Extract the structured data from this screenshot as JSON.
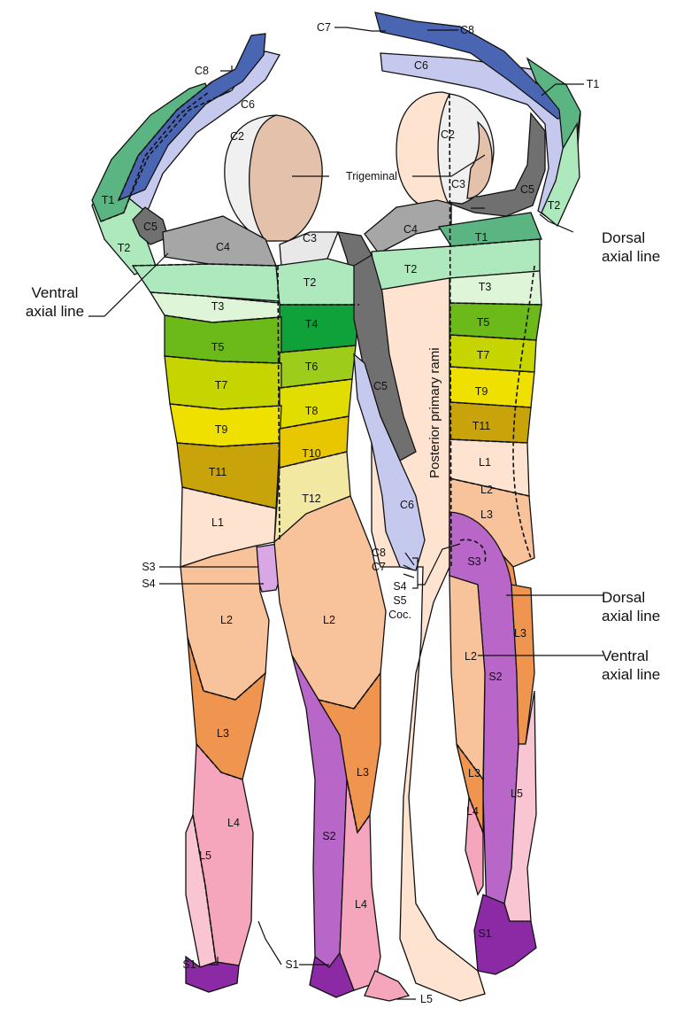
{
  "colors": {
    "C2": "#f0f0f0",
    "C3": "#e8e8e8",
    "C4": "#a6a6a6",
    "C5": "#707070",
    "C6": "#c6c9ee",
    "C7": "#8e99d9",
    "C8": "#4a66b3",
    "T1": "#5bb582",
    "T2": "#aee8bd",
    "T3": "#dff5d7",
    "T4": "#10a23a",
    "T5": "#6bba1a",
    "T6": "#9ecc1a",
    "T7": "#c6d400",
    "T8": "#e2dd00",
    "T9": "#efe000",
    "T10": "#e8c600",
    "T11": "#c9a30a",
    "T12": "#f2e8a2",
    "L1": "#fde3d0",
    "L2": "#f8c29a",
    "L3": "#ef9550",
    "L4": "#f5a6bd",
    "L5": "#fac5d2",
    "S1": "#8c2aa5",
    "S2": "#b866c8",
    "S3": "#d9a6e6",
    "S4": "#c187e0",
    "trigeminal": "#e4c1aa",
    "posterior_rami": "#fde3d0"
  },
  "front_labels": {
    "C2": "C2",
    "C3": "C3",
    "C4": "C4",
    "C5": "C5",
    "C6": "C6",
    "C7": "C7",
    "C8": "C8",
    "T1": "T1",
    "T2_arm": "T2",
    "T2": "T2",
    "T3": "T3",
    "T4": "T4",
    "T5": "T5",
    "T6": "T6",
    "T7": "T7",
    "T8": "T8",
    "T9": "T9",
    "T10": "T10",
    "T11": "T11",
    "T12": "T12",
    "L1": "L1",
    "L2_left": "L2",
    "L2_right": "L2",
    "L3_left": "L3",
    "L3_right": "L3",
    "L4_left": "L4",
    "L4_right": "L4",
    "L5_left": "L5",
    "L5_foot": "L5",
    "S1_left": "S1",
    "S1_right": "S1",
    "S2": "S2",
    "S3": "S3",
    "S4": "S4",
    "trigeminal": "Trigeminal"
  },
  "back_labels": {
    "C2": "C2",
    "C3": "C3",
    "C4": "C4",
    "C5_top": "C5",
    "C5_arm": "C5",
    "C6_top": "C6",
    "C6_hand": "C6",
    "C7": "C7",
    "C8_top": "C8",
    "C8_hand": "C8",
    "T1_top": "T1",
    "T1": "T1",
    "T2_arm": "T2",
    "T2_left": "T2",
    "T3": "T3",
    "T5": "T5",
    "T7": "T7",
    "T9": "T9",
    "T11": "T11",
    "L1": "L1",
    "L2": "L2",
    "L2_leg": "L2",
    "L3": "L3",
    "L3_right": "L3",
    "L3_low": "L3",
    "L4": "L4",
    "L5": "L5",
    "S1": "S1",
    "S2": "S2",
    "S3": "S3",
    "S4": "S4",
    "S5": "S5",
    "coc": "Coc.",
    "posterior_rami": "Posterior primary rami"
  },
  "callouts": {
    "ventral_axial_left": [
      "Ventral",
      "axial line"
    ],
    "dorsal_axial_upper": [
      "Dorsal",
      "axial line"
    ],
    "dorsal_axial_lower": [
      "Dorsal",
      "axial line"
    ],
    "ventral_axial_lower": [
      "Ventral",
      "axial line"
    ]
  }
}
